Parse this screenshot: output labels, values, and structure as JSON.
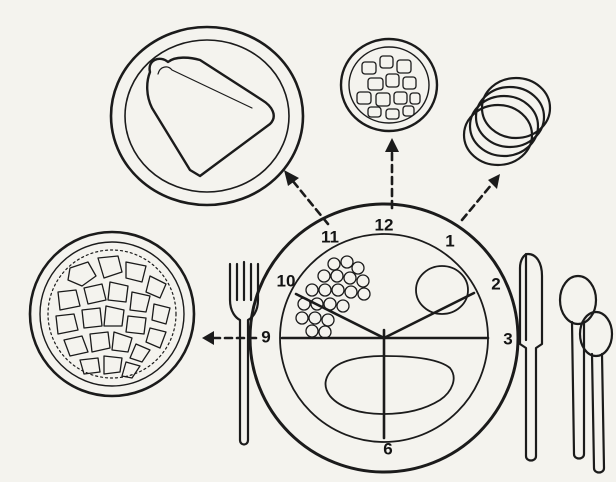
{
  "clock_numbers": {
    "n12": "12",
    "n1": "1",
    "n2": "2",
    "n3": "3",
    "n6": "6",
    "n9": "9",
    "n10": "10",
    "n11": "11"
  },
  "colors": {
    "ink": "#1b1b1b",
    "paper": "#f4f3ee"
  }
}
